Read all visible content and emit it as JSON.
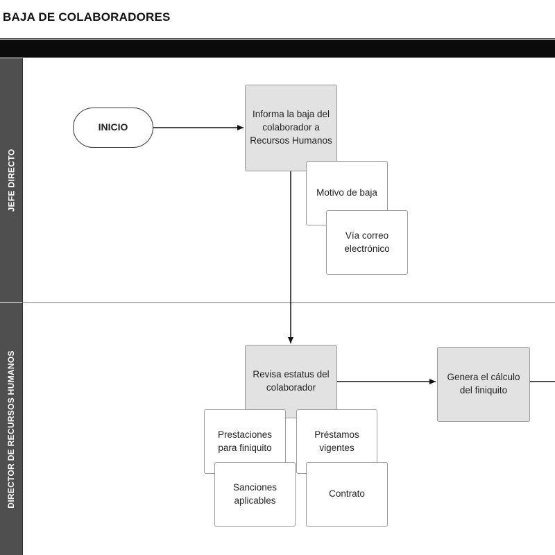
{
  "title": "BAJA DE COLABORADORES",
  "lanes": [
    {
      "label": "JEFE DIRECTO"
    },
    {
      "label": "DIRECTOR DE RECURSOS HUMANOS"
    }
  ],
  "nodes": {
    "inicio": "INICIO",
    "informa": "Informa la baja del colaborador a Recursos Humanos",
    "motivo": "Motivo de baja",
    "via_correo": "Vía correo electrónico",
    "revisa": "Revisa estatus del colaborador",
    "genera": "Genera el cálculo del finiquito",
    "prestaciones": "Prestaciones para finiquito",
    "prestamos": "Préstamos vigentes",
    "sanciones": "Sanciones aplicables",
    "contrato": "Contrato"
  },
  "colors": {
    "process_fill": "#e2e2e2",
    "lane_strip": "#4f4f4f",
    "header_bar": "#0b0b0b"
  }
}
